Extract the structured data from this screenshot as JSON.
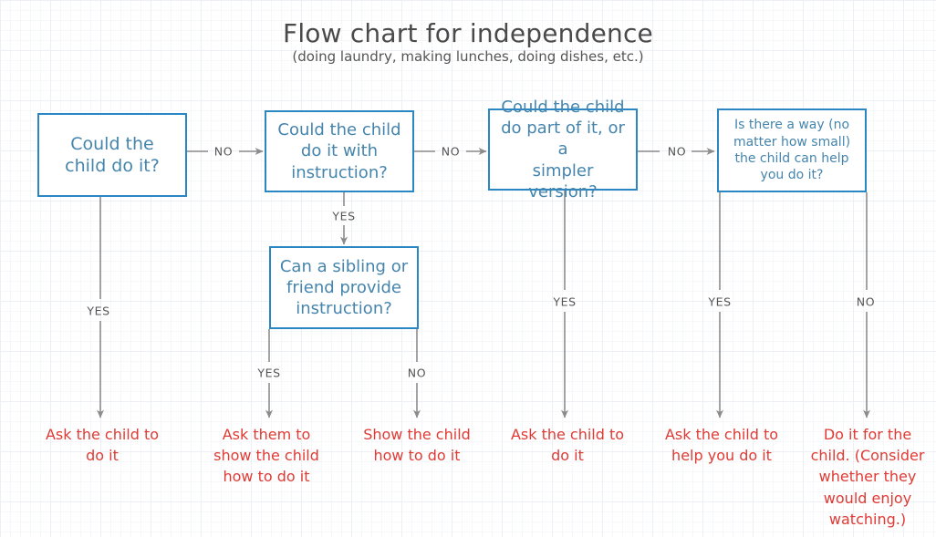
{
  "header": {
    "title": "Flow chart for independence",
    "subtitle": "(doing laundry, making lunches, doing dishes, etc.)"
  },
  "colors": {
    "node_border": "#2a87c4",
    "node_text": "#4585ad",
    "outcome_text": "#e03a34",
    "edge": "#8c8c8c",
    "title_text": "#4a4a4a",
    "grid_minor": "#f6f7f9",
    "grid_major": "#eceff3",
    "background": "#ffffff"
  },
  "chart_data": {
    "type": "diagram",
    "title": "Flow chart for independence",
    "subtitle": "(doing laundry, making lunches, doing dishes, etc.)",
    "nodes": [
      {
        "id": "q1",
        "kind": "decision",
        "text": "Could the child do it?"
      },
      {
        "id": "q2",
        "kind": "decision",
        "text": "Could the child do it with instruction?"
      },
      {
        "id": "q3",
        "kind": "decision",
        "text": "Could the child do part of it, or a simpler version?"
      },
      {
        "id": "q4",
        "kind": "decision",
        "text": "Is there a way (no matter how small) the child can help you do it?"
      },
      {
        "id": "q5",
        "kind": "decision",
        "text": "Can a sibling or friend provide instruction?"
      },
      {
        "id": "o1",
        "kind": "outcome",
        "text": "Ask the child to do it"
      },
      {
        "id": "o2",
        "kind": "outcome",
        "text": "Ask them to show the child how to do it"
      },
      {
        "id": "o3",
        "kind": "outcome",
        "text": "Show the child how to do it"
      },
      {
        "id": "o4",
        "kind": "outcome",
        "text": "Ask the child to do it"
      },
      {
        "id": "o5",
        "kind": "outcome",
        "text": "Ask the child to help you do it"
      },
      {
        "id": "o6",
        "kind": "outcome",
        "text": "Do it for the child. (Consider whether they would enjoy watching.)"
      }
    ],
    "edges": [
      {
        "from": "q1",
        "to": "q2",
        "label": "NO"
      },
      {
        "from": "q1",
        "to": "o1",
        "label": "YES"
      },
      {
        "from": "q2",
        "to": "q3",
        "label": "NO"
      },
      {
        "from": "q2",
        "to": "q5",
        "label": "YES"
      },
      {
        "from": "q5",
        "to": "o2",
        "label": "YES"
      },
      {
        "from": "q5",
        "to": "o3",
        "label": "NO"
      },
      {
        "from": "q3",
        "to": "q4",
        "label": "NO"
      },
      {
        "from": "q3",
        "to": "o4",
        "label": "YES"
      },
      {
        "from": "q4",
        "to": "o5",
        "label": "YES"
      },
      {
        "from": "q4",
        "to": "o6",
        "label": "NO"
      }
    ]
  },
  "nodes": {
    "q1": {
      "line1": "Could the",
      "line2": "child do it?"
    },
    "q2": {
      "line1": "Could the child",
      "line2": "do it with",
      "line3": "instruction?"
    },
    "q3": {
      "line1": "Could the child",
      "line2": "do part of it, or a",
      "line3": "simpler version?"
    },
    "q4": {
      "line1": "Is there a way (no",
      "line2": "matter how small)",
      "line3": "the child can help",
      "line4": "you do it?"
    },
    "q5": {
      "line1": "Can a sibling or",
      "line2": "friend provide",
      "line3": "instruction?"
    }
  },
  "outcomes": {
    "o1": {
      "line1": "Ask the child to",
      "line2": "do it"
    },
    "o2": {
      "line1": "Ask them to",
      "line2": "show the child",
      "line3": "how to do it"
    },
    "o3": {
      "line1": "Show the child",
      "line2": "how to do it"
    },
    "o4": {
      "line1": "Ask the child to",
      "line2": "do it"
    },
    "o5": {
      "line1": "Ask the child to",
      "line2": "help you do it"
    },
    "o6": {
      "line1": "Do it for the",
      "line2": "child. (Consider",
      "line3": "whether they",
      "line4": "would enjoy",
      "line5": "watching.)"
    }
  },
  "edge_labels": {
    "q1_no": "NO",
    "q1_yes": "YES",
    "q2_no": "NO",
    "q2_yes": "YES",
    "q3_no": "NO",
    "q3_yes": "YES",
    "q5_yes": "YES",
    "q5_no": "NO",
    "q4_yes": "YES",
    "q4_no": "NO"
  }
}
